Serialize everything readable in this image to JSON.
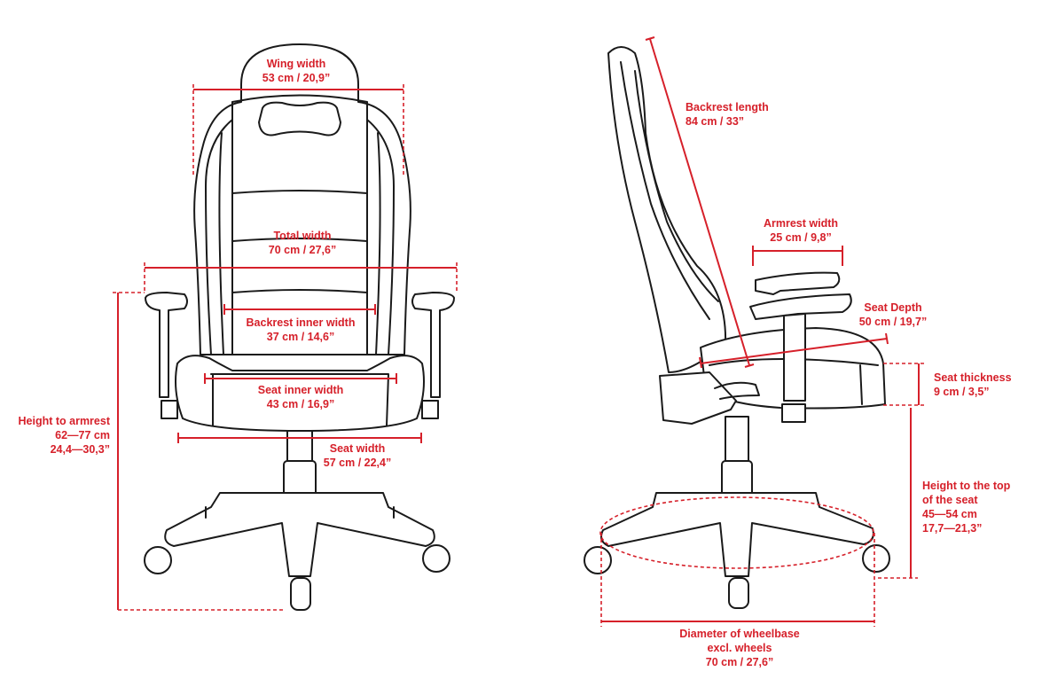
{
  "colors": {
    "dimension": "#d6202a",
    "outline": "#1a1a1a",
    "background": "#ffffff"
  },
  "labels": {
    "wing_width": [
      "Wing width",
      "53 cm / 20,9”"
    ],
    "total_width": [
      "Total width",
      "70 cm / 27,6”"
    ],
    "backrest_inner_width": [
      "Backrest inner width",
      "37 cm / 14,6”"
    ],
    "seat_inner_width": [
      "Seat inner width",
      "43 cm / 16,9”"
    ],
    "seat_width": [
      "Seat width",
      "57 cm / 22,4”"
    ],
    "height_to_armrest": [
      "Height to armrest",
      "62—77 cm",
      "24,4—30,3”"
    ],
    "backrest_length": [
      "Backrest length",
      "84 cm / 33”"
    ],
    "armrest_width": [
      "Armrest width",
      "25 cm / 9,8”"
    ],
    "seat_depth": [
      "Seat Depth",
      "50 cm / 19,7”"
    ],
    "seat_thickness": [
      "Seat thickness",
      "9 cm / 3,5”"
    ],
    "height_to_seat_top": [
      "Height to the top",
      "of the seat",
      "45—54 cm",
      "17,7—21,3”"
    ],
    "wheelbase_diameter": [
      "Diameter of wheelbase",
      "excl. wheels",
      "70 cm / 27,6”"
    ]
  }
}
